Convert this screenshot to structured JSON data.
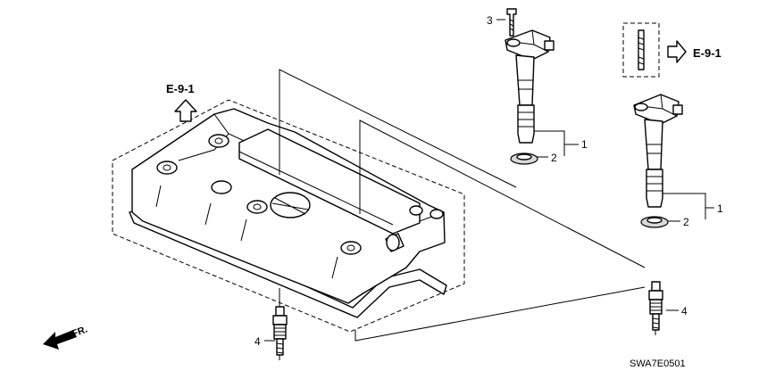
{
  "diagram": {
    "catalog_code": "SWA7E0501",
    "front_label": "FR.",
    "ref_labels": [
      "E-9-1",
      "E-9-1"
    ],
    "callouts": [
      {
        "id": "coil-1-assembly",
        "number": "1"
      },
      {
        "id": "coil-1-seal",
        "number": "2"
      },
      {
        "id": "coil-1-bolt",
        "number": "3"
      },
      {
        "id": "coil-2-assembly",
        "number": "1"
      },
      {
        "id": "coil-2-seal",
        "number": "2"
      },
      {
        "id": "spark-plug-left",
        "number": "4"
      },
      {
        "id": "spark-plug-right",
        "number": "4"
      }
    ]
  }
}
